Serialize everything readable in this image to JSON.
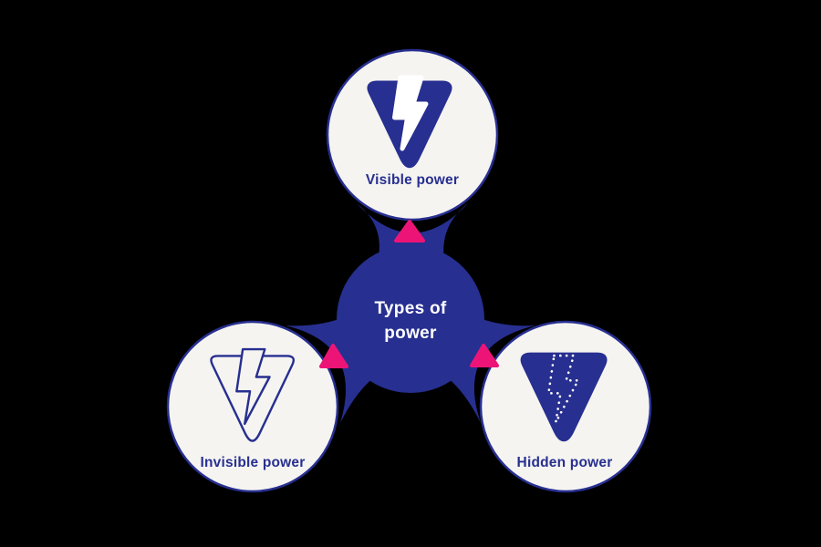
{
  "diagram": {
    "title": "Types of power",
    "center": {
      "label_line1": "Types of",
      "label_line2": "power"
    },
    "nodes": [
      {
        "id": "visible",
        "label": "Visible power",
        "icon": "lightning-filled-icon"
      },
      {
        "id": "invisible",
        "label": "Invisible power",
        "icon": "lightning-outline-icon"
      },
      {
        "id": "hidden",
        "label": "Hidden power",
        "icon": "lightning-dotted-icon"
      }
    ],
    "connector_arrow_icon": "arrow-up-triangle-icon"
  },
  "colors": {
    "background": "#000000",
    "navy": "#272F90",
    "pink": "#EC1577",
    "node_fill": "#F5F4F1",
    "center_text": "#FFFFFF"
  }
}
